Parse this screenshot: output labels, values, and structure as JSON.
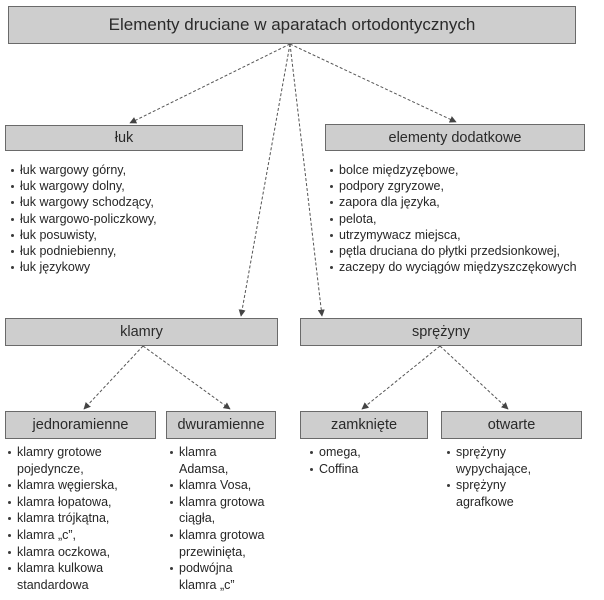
{
  "title": "Elementy druciane w aparatach ortodontycznych",
  "luk": {
    "label": "łuk",
    "items": [
      "łuk wargowy górny,",
      "łuk wargowy dolny,",
      "łuk wargowy schodzący,",
      "łuk wargowo-policzkowy,",
      "łuk posuwisty,",
      "łuk podniebienny,",
      "łuk językowy"
    ]
  },
  "elementy_dodatkowe": {
    "label": "elementy dodatkowe",
    "items": [
      "bolce międzyzębowe,",
      "podpory zgryzowe,",
      "zapora dla języka,",
      "pelota,",
      "utrzymywacz miejsca,",
      "pętla druciana do płytki przedsionkowej,",
      "zaczepy do wyciągów międzyszczękowych"
    ]
  },
  "klamry": {
    "label": "klamry",
    "jednoramienne": {
      "label": "jednoramienne",
      "items": [
        "klamry grotowe pojedyncze,",
        "klamra węgierska,",
        "klamra łopatowa,",
        "klamra trójkątna,",
        "klamra „c”,",
        "klamra oczkowa,",
        "klamra kulkowa standardowa"
      ]
    },
    "dwuramienne": {
      "label": "dwuramienne",
      "items": [
        "klamra Adamsa,",
        "klamra Vosa,",
        "klamra grotowa ciągła,",
        "klamra grotowa przewinięta,",
        "podwójna klamra „c”"
      ]
    }
  },
  "sprezyny": {
    "label": "sprężyny",
    "zamkniete": {
      "label": "zamknięte",
      "items": [
        "omega,",
        "Coffina"
      ]
    },
    "otwarte": {
      "label": "otwarte",
      "items": [
        "sprężyny wypychające,",
        "sprężyny agrafkowe"
      ]
    }
  },
  "colors": {
    "box_fill": "#cecece",
    "box_border": "#6a6a6a",
    "text": "#262626",
    "connector": "#555555"
  }
}
